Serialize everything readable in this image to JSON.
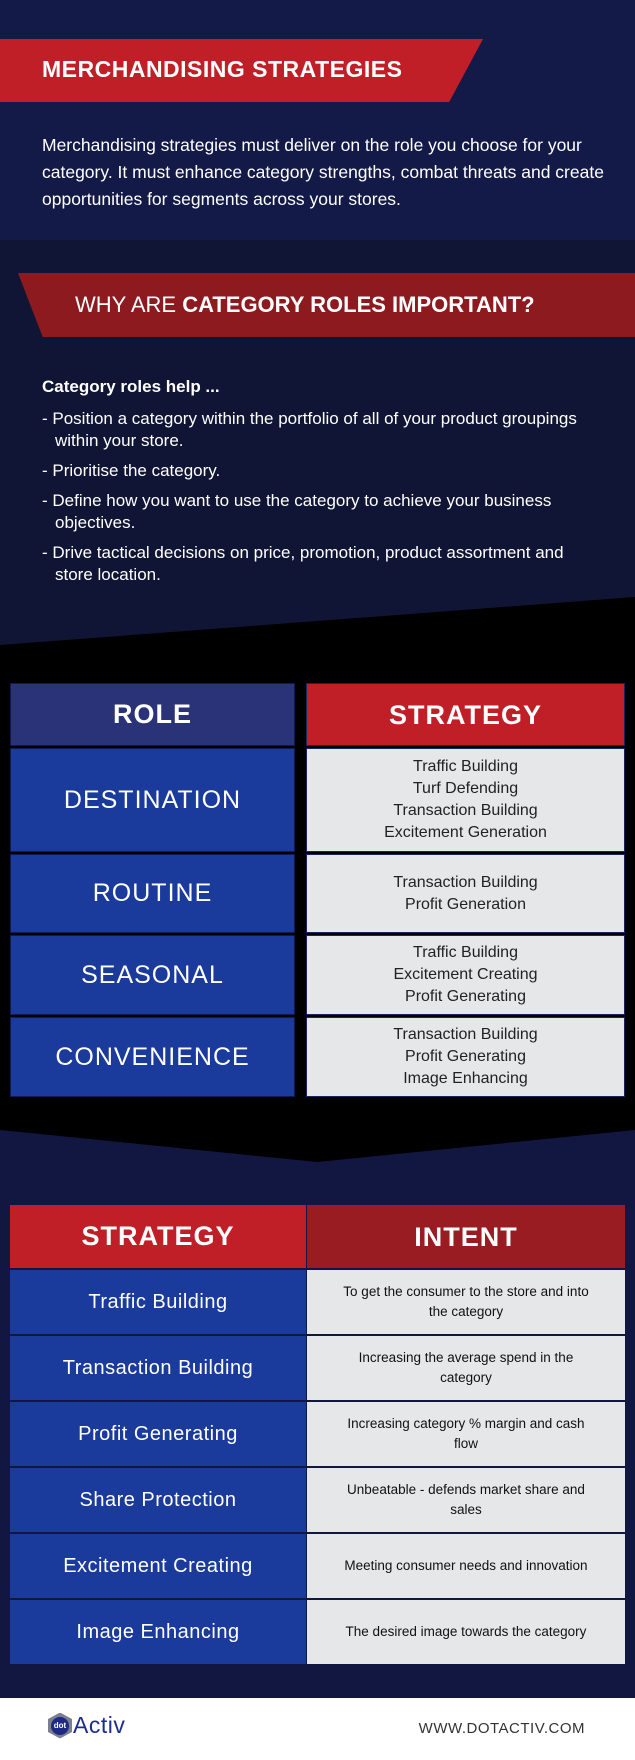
{
  "section1": {
    "banner_title": "MERCHANDISING STRATEGIES",
    "intro": "Merchandising strategies must deliver on the role you choose for your category. It must enhance category strengths, combat threats and create opportunities for segments across your stores."
  },
  "section2": {
    "banner_prefix": "WHY ARE ",
    "banner_bold": "CATEGORY ROLES IMPORTANT?",
    "lead": "Category roles help ...",
    "bullets": [
      "- Position a category within the portfolio of all of your product groupings within your store.",
      "- Prioritise the category.",
      "- Define how you want to use the category to achieve your business objectives.",
      "- Drive tactical decisions on price, promotion, product assortment and store location."
    ]
  },
  "roles_table": {
    "headers": [
      "ROLE",
      "STRATEGY"
    ],
    "rows": [
      {
        "role": "DESTINATION",
        "strategies": [
          "Traffic Building",
          "Turf Defending",
          "Transaction Building",
          "Excitement Generation"
        ]
      },
      {
        "role": "ROUTINE",
        "strategies": [
          "Transaction Building",
          "Profit Generation"
        ]
      },
      {
        "role": "SEASONAL",
        "strategies": [
          "Traffic Building",
          "Excitement Creating",
          "Profit Generating"
        ]
      },
      {
        "role": "CONVENIENCE",
        "strategies": [
          "Transaction Building",
          "Profit Generating",
          "Image Enhancing"
        ]
      }
    ]
  },
  "intent_table": {
    "headers": [
      "STRATEGY",
      "INTENT"
    ],
    "rows": [
      {
        "strategy": "Traffic Building",
        "intent": "To get the consumer to the store and into the category"
      },
      {
        "strategy": "Transaction Building",
        "intent": "Increasing the average spend in the category"
      },
      {
        "strategy": "Profit Generating",
        "intent": "Increasing category % margin and cash flow"
      },
      {
        "strategy": "Share Protection",
        "intent": "Unbeatable - defends market share and sales"
      },
      {
        "strategy": "Excitement Creating",
        "intent": "Meeting consumer needs and innovation"
      },
      {
        "strategy": "Image Enhancing",
        "intent": "The desired image towards the category"
      }
    ]
  },
  "footer": {
    "logo_dot": "dot",
    "logo_brand": "Activ",
    "url": "WWW.DOTACTIV.COM"
  },
  "colors": {
    "red": "#c11f27",
    "dark_red": "#981c22",
    "blue": "#1a3a9c",
    "navy": "#141a48",
    "light_gray": "#e6e7e9"
  }
}
